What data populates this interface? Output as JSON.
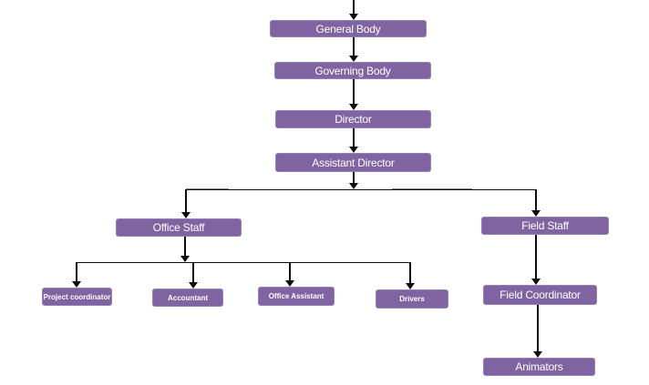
{
  "diagram": {
    "type": "org-chart",
    "background_color": "#ffffff",
    "node_fill_color": "#8064a2",
    "node_border_color": "#9380b9",
    "node_text_color": "#ffffff",
    "connector_color": "#0d0d0d",
    "connector_secondary_color": "#828282",
    "nodes": {
      "general_body": {
        "label": "General Body"
      },
      "governing_body": {
        "label": "Governing Body"
      },
      "director": {
        "label": "Director"
      },
      "assistant_director": {
        "label": "Assistant Director"
      },
      "office_staff": {
        "label": "Office Staff"
      },
      "field_staff": {
        "label": "Field Staff"
      },
      "project_coordinator": {
        "label": "Project coordinator"
      },
      "accountant": {
        "label": "Accountant"
      },
      "office_assistant": {
        "label": "Office Assistant"
      },
      "drivers": {
        "label": "Drivers"
      },
      "field_coordinator": {
        "label": "Field Coordinator"
      },
      "animators": {
        "label": "Animators"
      }
    },
    "hierarchy": [
      {
        "from": "General Body",
        "to": "Governing Body"
      },
      {
        "from": "Governing Body",
        "to": "Director"
      },
      {
        "from": "Director",
        "to": "Assistant Director"
      },
      {
        "from": "Assistant Director",
        "to": "Office Staff"
      },
      {
        "from": "Assistant Director",
        "to": "Field Staff"
      },
      {
        "from": "Office Staff",
        "to": "Project coordinator"
      },
      {
        "from": "Office Staff",
        "to": "Accountant"
      },
      {
        "from": "Office Staff",
        "to": "Office Assistant"
      },
      {
        "from": "Office Staff",
        "to": "Drivers"
      },
      {
        "from": "Field Staff",
        "to": "Field Coordinator"
      },
      {
        "from": "Field Coordinator",
        "to": "Animators"
      }
    ]
  }
}
